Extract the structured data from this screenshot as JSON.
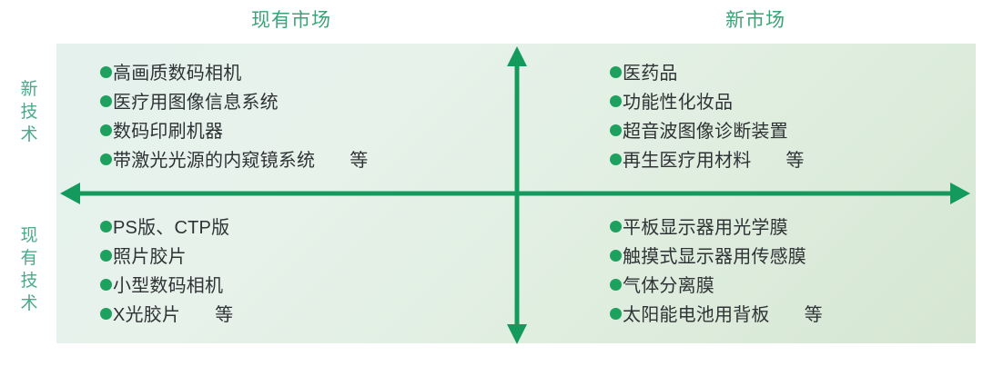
{
  "diagram": {
    "title_axis_x": "",
    "colors": {
      "accent_green": "#1ea15f",
      "header_green": "#3aa378",
      "label_green": "#4aa98a",
      "axis_green": "#149a5c",
      "panel_top_left": "#e4f1ec",
      "panel_bottom_right": "#d5e6d2",
      "text_dark": "#2f3336"
    }
  },
  "headers": {
    "existing_market": "现有市场",
    "new_market": "新市场"
  },
  "row_labels": {
    "new_technology": [
      "新",
      "技",
      "术"
    ],
    "existing_technology": [
      "现",
      "有",
      "技",
      "术"
    ]
  },
  "suffix_label": "等",
  "quadrants": {
    "top_left": {
      "name": "新技术 × 现有市场",
      "items": [
        {
          "text": "高画质数码相机",
          "suffix": ""
        },
        {
          "text": "医疗用图像信息系统",
          "suffix": ""
        },
        {
          "text": "数码印刷机器",
          "suffix": ""
        },
        {
          "text": "带激光光源的内窥镜系统",
          "suffix": "等"
        }
      ]
    },
    "top_right": {
      "name": "新技术 × 新市场",
      "items": [
        {
          "text": "医药品",
          "suffix": ""
        },
        {
          "text": "功能性化妆品",
          "suffix": ""
        },
        {
          "text": "超音波图像诊断装置",
          "suffix": ""
        },
        {
          "text": "再生医疗用材料",
          "suffix": "等"
        }
      ]
    },
    "bottom_left": {
      "name": "现有技术 × 现有市场",
      "items": [
        {
          "text": "PS版、CTP版",
          "suffix": ""
        },
        {
          "text": "照片胶片",
          "suffix": ""
        },
        {
          "text": "小型数码相机",
          "suffix": ""
        },
        {
          "text": "X光胶片",
          "suffix": "等"
        }
      ]
    },
    "bottom_right": {
      "name": "现有技术 × 新市场",
      "items": [
        {
          "text": "平板显示器用光学膜",
          "suffix": ""
        },
        {
          "text": "触摸式显示器用传感膜",
          "suffix": ""
        },
        {
          "text": "气体分离膜",
          "suffix": ""
        },
        {
          "text": "太阳能电池用背板",
          "suffix": "等"
        }
      ]
    }
  }
}
